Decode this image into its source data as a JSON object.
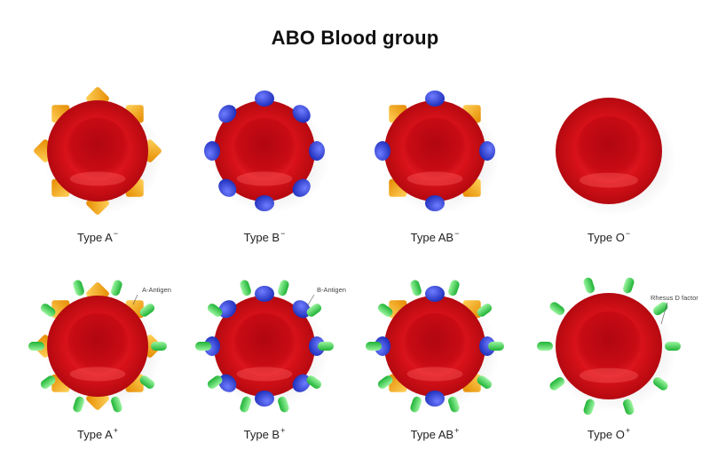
{
  "title": "ABO Blood group",
  "colors": {
    "cell_red": "#e0131b",
    "cell_dark": "#a8060c",
    "a_antigen": "#f5a500",
    "b_antigen": "#2b3fd6",
    "rh_factor": "#35d24a"
  },
  "cells": [
    {
      "label": "Type A",
      "sign": "−",
      "a": true,
      "b": false,
      "rh": false
    },
    {
      "label": "Type B",
      "sign": "−",
      "a": false,
      "b": true,
      "rh": false
    },
    {
      "label": "Type AB",
      "sign": "−",
      "a": true,
      "b": true,
      "rh": false
    },
    {
      "label": "Type O",
      "sign": "−",
      "a": false,
      "b": false,
      "rh": false
    },
    {
      "label": "Type A",
      "sign": "+",
      "a": true,
      "b": false,
      "rh": true
    },
    {
      "label": "Type B",
      "sign": "+",
      "a": false,
      "b": true,
      "rh": true
    },
    {
      "label": "Type AB",
      "sign": "+",
      "a": true,
      "b": true,
      "rh": true
    },
    {
      "label": "Type O",
      "sign": "+",
      "a": false,
      "b": false,
      "rh": true
    }
  ],
  "annotations": {
    "a_antigen": "A-Antigen",
    "b_antigen": "B-Antigen",
    "rh_factor": "Rhesus D factor"
  }
}
